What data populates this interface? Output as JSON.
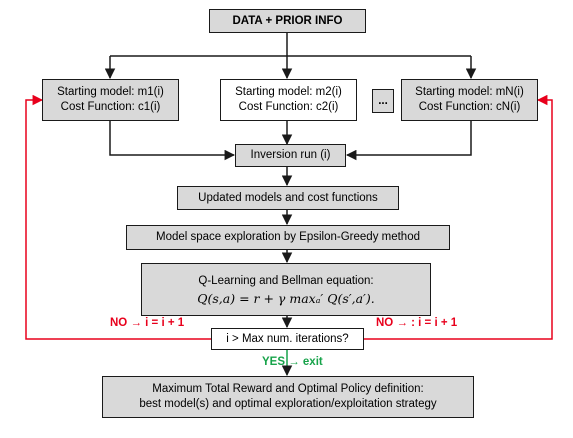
{
  "diagram": {
    "colors": {
      "box_fill": "#d9d9d9",
      "start_fill": "#ffffff",
      "loop_red": "#e8001c",
      "exit_green": "#17a34a",
      "line_dark": "#1a1a1a"
    },
    "nodes": {
      "data_prior": "DATA + PRIOR INFO",
      "start_1": {
        "model": "Starting model: m1(i)",
        "cost": "Cost Function: c1(i)"
      },
      "start_2": {
        "model": "Starting model: m2(i)",
        "cost": "Cost Function: c2(i)"
      },
      "ellipsis": "...",
      "start_n": {
        "model": "Starting model: mN(i)",
        "cost": "Cost Function: cN(i)"
      },
      "inversion": "Inversion run (i)",
      "updated": "Updated models and cost functions",
      "exploration": "Model space exploration by Epsilon-Greedy method",
      "qlearning": {
        "title": "Q-Learning and Bellman equation:",
        "formula": "Q(s,a) = r + γ maxₐ′ Q(s′,a′)."
      },
      "decision": "i > Max num. iterations?",
      "final": {
        "line1": "Maximum Total Reward and Optimal Policy definition:",
        "line2": "best model(s) and optimal exploration/exploitation strategy"
      }
    },
    "edge_labels": {
      "no_left": "NO → i = i + 1",
      "no_right": "NO → : i = i + 1",
      "yes_exit": "YES → exit"
    }
  }
}
